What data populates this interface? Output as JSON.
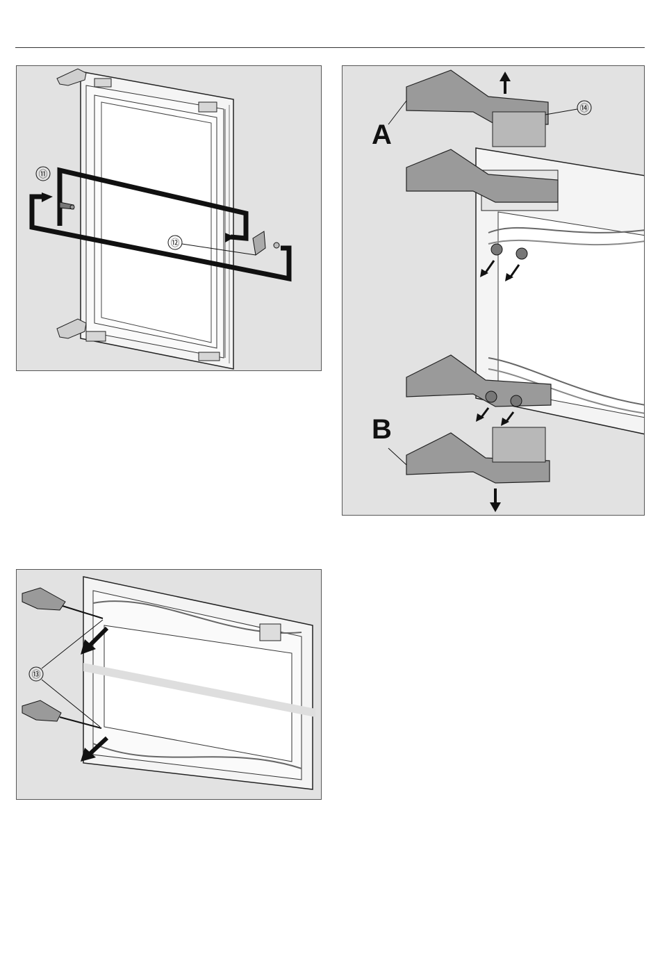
{
  "figures": {
    "door_panel": {
      "callouts": [
        "⑪",
        "⑫"
      ]
    },
    "hinges": {
      "labels": {
        "top": "A",
        "bottom": "B"
      },
      "callouts": [
        "⑭"
      ]
    },
    "screwdrivers": {
      "callouts": [
        "⑬"
      ]
    }
  }
}
